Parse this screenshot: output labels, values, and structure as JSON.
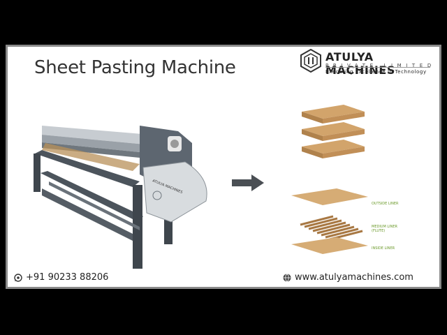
{
  "title": "Sheet Pasting Machine",
  "logo": {
    "name": "ATULYA MACHINES",
    "subtitle": "PRIVATE LIMITED",
    "tagline": "Executing Excellence In Technology"
  },
  "machine_label": "ATULYA MACHINES",
  "layers": {
    "outside": "OUTSIDE LINER",
    "medium_1": "MEDIUM LINER",
    "medium_2": "(FLUTE)",
    "inside": "INSIDE LINER"
  },
  "contact": {
    "phone": "+91 90233 88206",
    "website": "www.atulyamachines.com"
  },
  "icons": [
    "whatsapp-icon",
    "globe-icon",
    "arrow-right-icon"
  ],
  "colors": {
    "label_green": "#6b9a2a",
    "board_brown": "#c89a5e",
    "machine_grey": "#5d6670"
  }
}
